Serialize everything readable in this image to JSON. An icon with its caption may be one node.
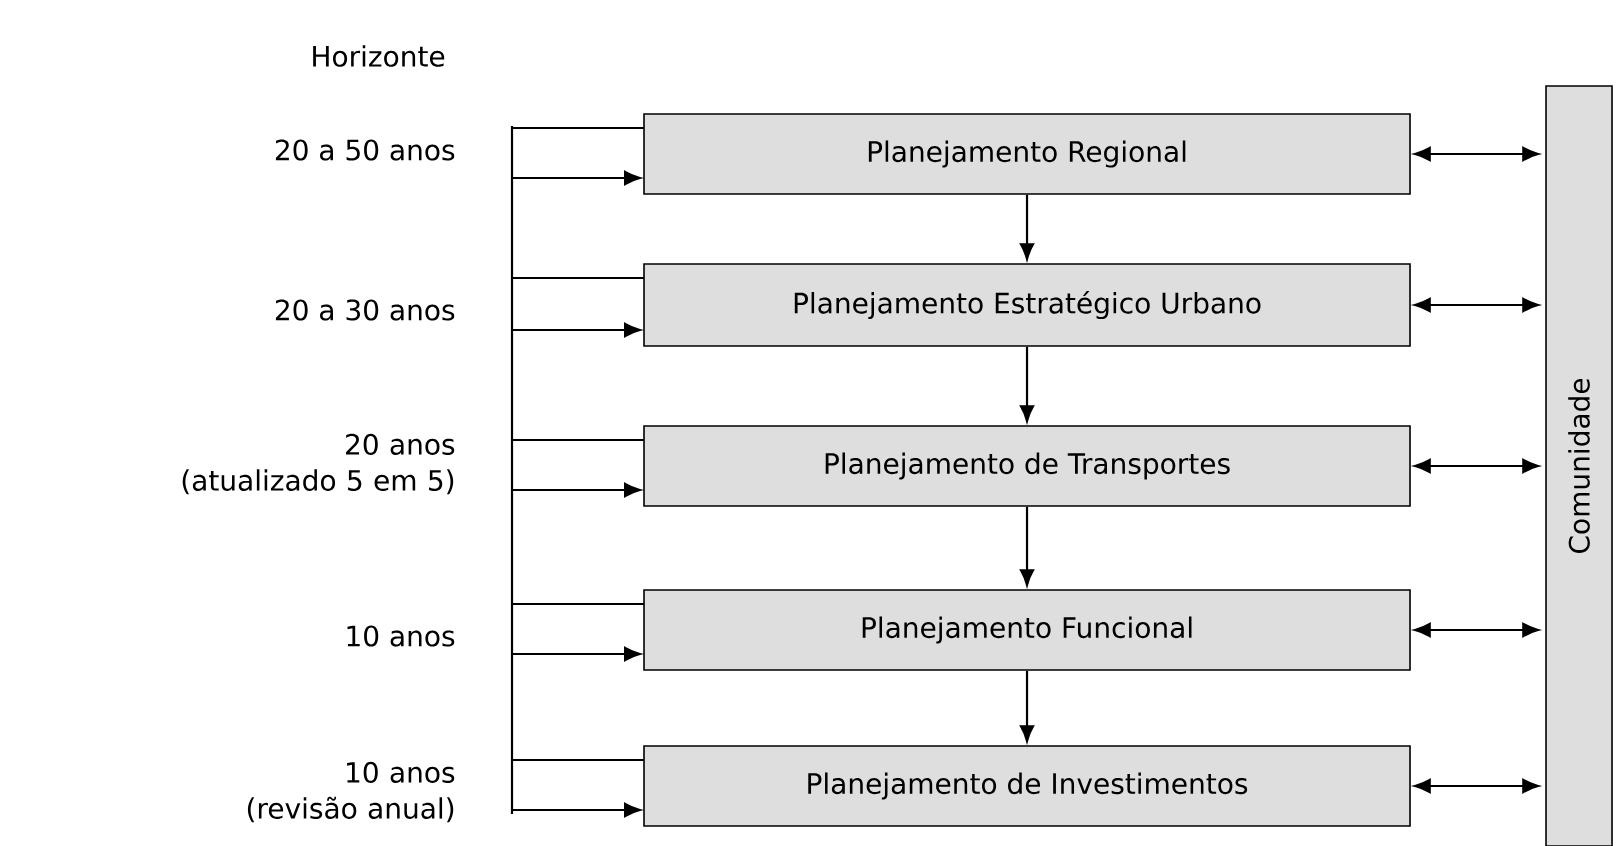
{
  "diagram": {
    "nodes": [
      {
        "text": [
          "Planejamento Regional"
        ]
      },
      {
        "text": [
          "Planejamento Estratégico Urbano"
        ]
      },
      {
        "text": [
          "Planejamento de Transportes"
        ]
      },
      {
        "text": [
          "Planejamento Funcional"
        ]
      },
      {
        "text": [
          "Planejamento de Investimentos"
        ]
      },
      {
        "text": [
          "Comunidade"
        ]
      }
    ],
    "edges": [
      {
        "from": 0,
        "to": 1,
        "arrow": "to"
      },
      {
        "from": 1,
        "to": 2,
        "arrow": "to"
      },
      {
        "from": 2,
        "to": 3,
        "arrow": "to"
      },
      {
        "from": 3,
        "to": 4,
        "arrow": "to"
      },
      {
        "from": 0,
        "to": 5,
        "arrow": "both"
      },
      {
        "from": 1,
        "to": 5,
        "arrow": "both"
      },
      {
        "from": 2,
        "to": 5,
        "arrow": "both"
      },
      {
        "from": 3,
        "to": 5,
        "arrow": "both"
      },
      {
        "from": 4,
        "to": 5,
        "arrow": "both"
      },
      {
        "from": 0,
        "to": null,
        "arrow": "none"
      },
      {
        "from": 1,
        "to": null,
        "arrow": "none"
      },
      {
        "from": 2,
        "to": null,
        "arrow": "none"
      },
      {
        "from": 3,
        "to": null,
        "arrow": "none"
      },
      {
        "from": 4,
        "to": null,
        "arrow": "none"
      },
      {
        "from": null,
        "to": 0,
        "arrow": "to"
      },
      {
        "from": null,
        "to": 1,
        "arrow": "to"
      },
      {
        "from": null,
        "to": 2,
        "arrow": "to"
      },
      {
        "from": null,
        "to": 3,
        "arrow": "to"
      },
      {
        "from": null,
        "to": 4,
        "arrow": "to"
      }
    ],
    "labels": [
      "Horizonte",
      "20 a 50 anos",
      "20 a 30 anos",
      "20 anos (atualizado 5 em 5)",
      "10 anos",
      "10 anos (revisão anual)"
    ]
  }
}
